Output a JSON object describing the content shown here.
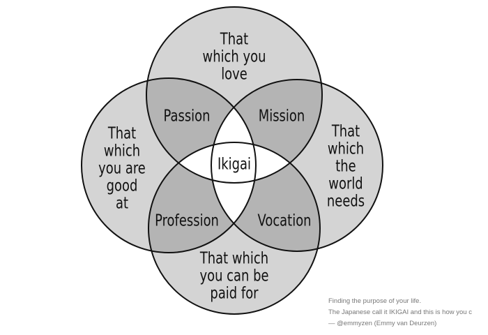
{
  "circles": {
    "love": [
      "That",
      "which you",
      "love"
    ],
    "good_at": [
      "That",
      "which",
      "you are",
      "good",
      "at"
    ],
    "world_needs": [
      "That",
      "which",
      "the",
      "world",
      "needs"
    ],
    "paid_for": [
      "That which",
      "you can be",
      "paid for"
    ]
  },
  "overlaps": {
    "passion": "Passion",
    "mission": "Mission",
    "profession": "Profession",
    "vocation": "Vocation",
    "center": "Ikigai"
  },
  "caption": [
    "Finding the purpose of your life.",
    "The Japanese call it IKIGAI and this is how you c",
    "— @emmyzen (Emmy van Deurzen)"
  ],
  "colors": {
    "single": "#d4d4d4",
    "double": "#b4b4b4",
    "center": "#ffffff",
    "stroke": "#111111"
  }
}
